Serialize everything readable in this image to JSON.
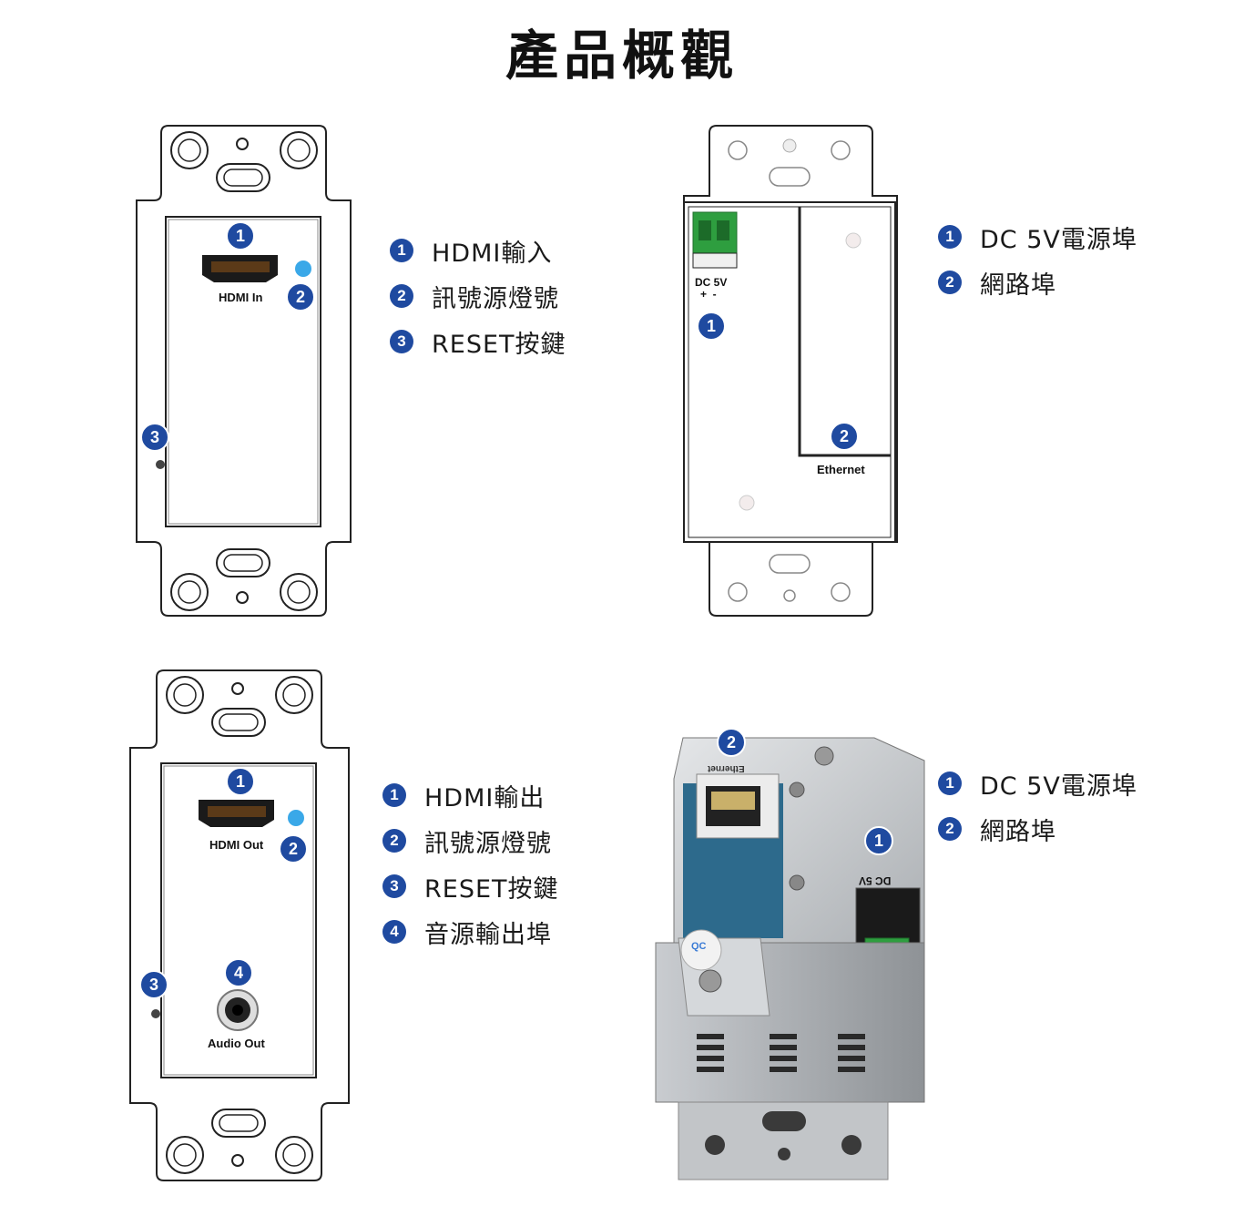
{
  "title": "產品概觀",
  "transmitter_front": {
    "port_label": "HDMI In",
    "callouts": [
      "1",
      "2",
      "3"
    ],
    "legend": [
      {
        "num": "1",
        "text": "HDMI輸入"
      },
      {
        "num": "2",
        "text": "訊號源燈號"
      },
      {
        "num": "3",
        "text": "RESET按鍵"
      }
    ]
  },
  "transmitter_back": {
    "dc_label": "DC 5V",
    "dc_polarity": "+  -",
    "ethernet_label": "Ethernet",
    "callouts": [
      "1",
      "2"
    ],
    "legend": [
      {
        "num": "1",
        "text": "DC 5V電源埠"
      },
      {
        "num": "2",
        "text": "網路埠"
      }
    ]
  },
  "receiver_front": {
    "port_label": "HDMI Out",
    "audio_label": "Audio Out",
    "callouts": [
      "1",
      "2",
      "3",
      "4"
    ],
    "legend": [
      {
        "num": "1",
        "text": "HDMI輸出"
      },
      {
        "num": "2",
        "text": "訊號源燈號"
      },
      {
        "num": "3",
        "text": "RESET按鍵"
      },
      {
        "num": "4",
        "text": "音源輸出埠"
      }
    ]
  },
  "receiver_photo": {
    "ethernet_label": "Ethernet",
    "dc_label": "DC 5V",
    "qc_label": "QC",
    "callouts": [
      "2",
      "1"
    ],
    "legend": [
      {
        "num": "1",
        "text": "DC 5V電源埠"
      },
      {
        "num": "2",
        "text": "網路埠"
      }
    ]
  },
  "colors": {
    "callout": "#1f4aa0",
    "led": "#3aa8e8",
    "terminal_green": "#2e9e3f"
  }
}
